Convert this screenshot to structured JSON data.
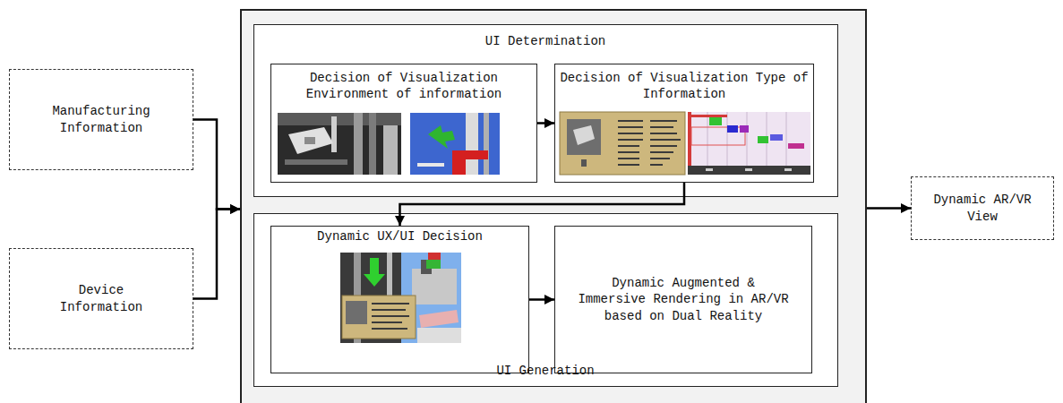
{
  "diagram": {
    "nodes": [
      {
        "text": [
          "Manufacturing Information"
        ]
      },
      {
        "text": [
          "Device Information"
        ]
      },
      {
        "text": []
      },
      {
        "text": [
          "UI Determination"
        ],
        "in": 2
      },
      {
        "text": [
          "Decision of Visualization Environment of information"
        ],
        "in": 3
      },
      {
        "text": [
          "Decision of Visualization Type of Information"
        ],
        "in": 3
      },
      {
        "text": [
          "UI Generation"
        ],
        "in": 2
      },
      {
        "text": [
          "Dynamic UX/UI Decision"
        ],
        "in": 6
      },
      {
        "text": [
          "Dynamic Augmented & Immersive Rendering in AR/VR based on Dual Reality"
        ],
        "in": 6
      },
      {
        "text": [
          "Dynamic AR/VR View"
        ]
      }
    ],
    "edges": [
      {
        "from": 0,
        "to": 2,
        "arrow": "to"
      },
      {
        "from": 1,
        "to": 2,
        "arrow": "to"
      },
      {
        "from": 2,
        "to": 9,
        "arrow": "to"
      },
      {
        "from": 4,
        "to": 5,
        "arrow": "to"
      },
      {
        "from": 5,
        "to": 7,
        "arrow": "to"
      },
      {
        "from": 7,
        "to": 8,
        "arrow": "to"
      }
    ]
  }
}
